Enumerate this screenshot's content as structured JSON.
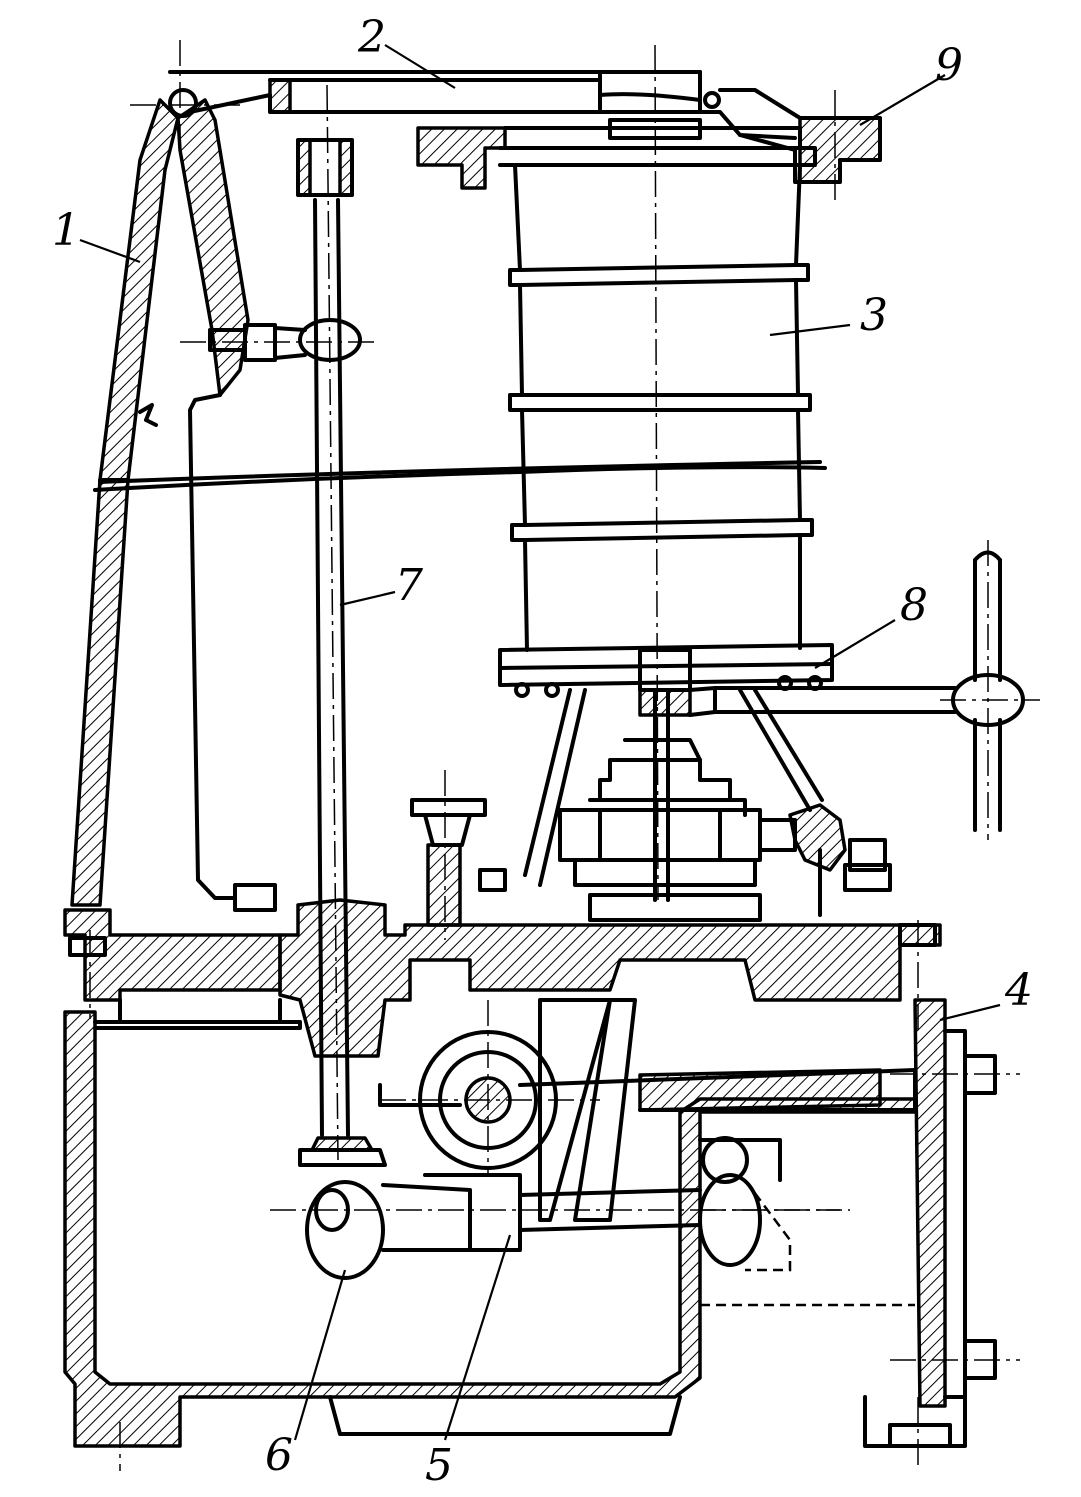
{
  "figure": {
    "labels": {
      "l1": "1",
      "l2": "2",
      "l3": "3",
      "l4": "4",
      "l5": "5",
      "l6": "6",
      "l7": "7",
      "l8": "8",
      "l9": "9"
    }
  }
}
